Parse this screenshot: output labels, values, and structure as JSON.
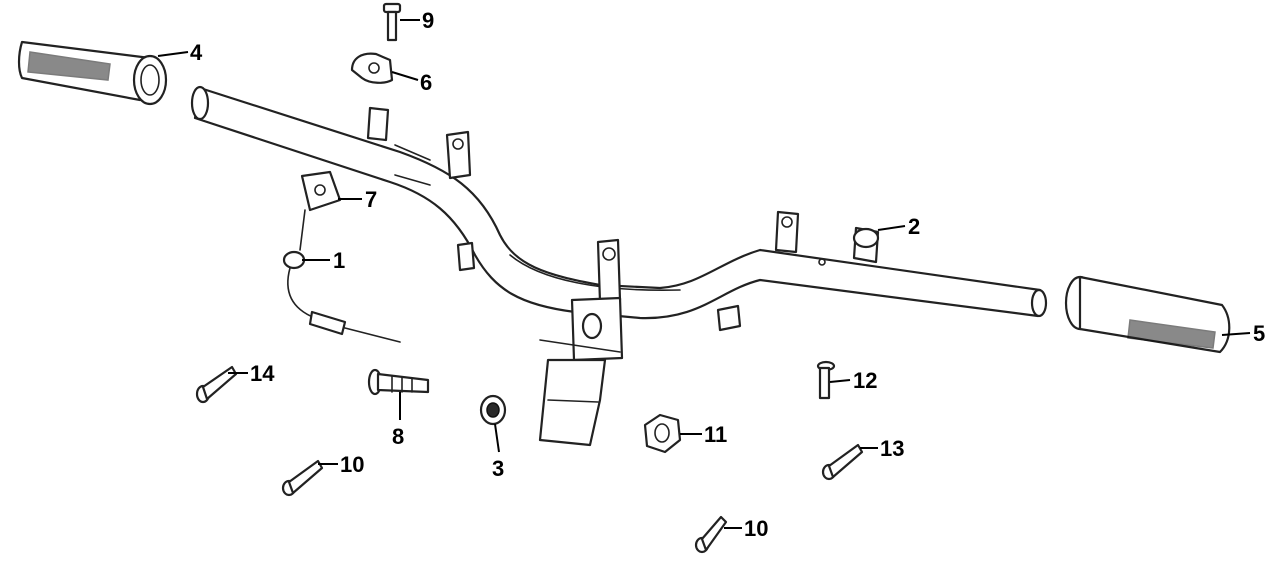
{
  "labels": {
    "p1": "1",
    "p2": "2",
    "p3": "3",
    "p4": "4",
    "p5": "5",
    "p6": "6",
    "p7": "7",
    "p8": "8",
    "p9": "9",
    "p10a": "10",
    "p10b": "10",
    "p11": "11",
    "p12": "12",
    "p13": "13",
    "p14": "14"
  },
  "colors": {
    "background": "#ffffff",
    "ink": "#222222"
  }
}
